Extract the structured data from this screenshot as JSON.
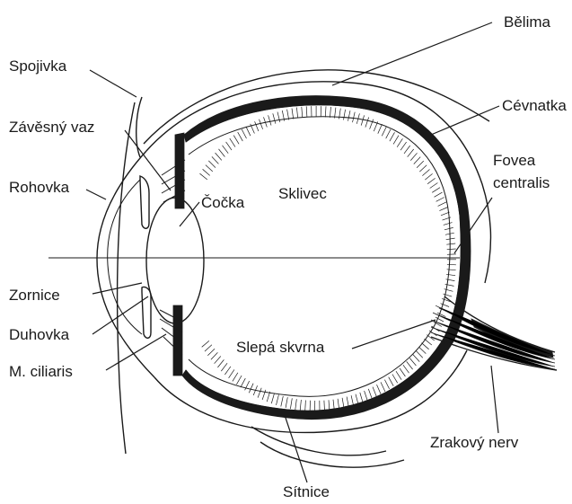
{
  "labels": {
    "spojivka": "Spojivka",
    "zavesny_vaz": "Závěsný vaz",
    "rohovka": "Rohovka",
    "cocka": "Čočka",
    "sklivec": "Sklivec",
    "zornice": "Zornice",
    "duhovka": "Duhovka",
    "m_ciliaris": "M. ciliaris",
    "belima": "Bělima",
    "cevnatka": "Cévnatka",
    "fovea_line1": "Fovea",
    "fovea_line2": "centralis",
    "slepa_skvrna": "Slepá skvrna",
    "zrakovy_nerv": "Zrakový nerv",
    "sitnice": "Sítnice"
  },
  "colors": {
    "ink": "#1a1a1a",
    "background": "#ffffff"
  }
}
